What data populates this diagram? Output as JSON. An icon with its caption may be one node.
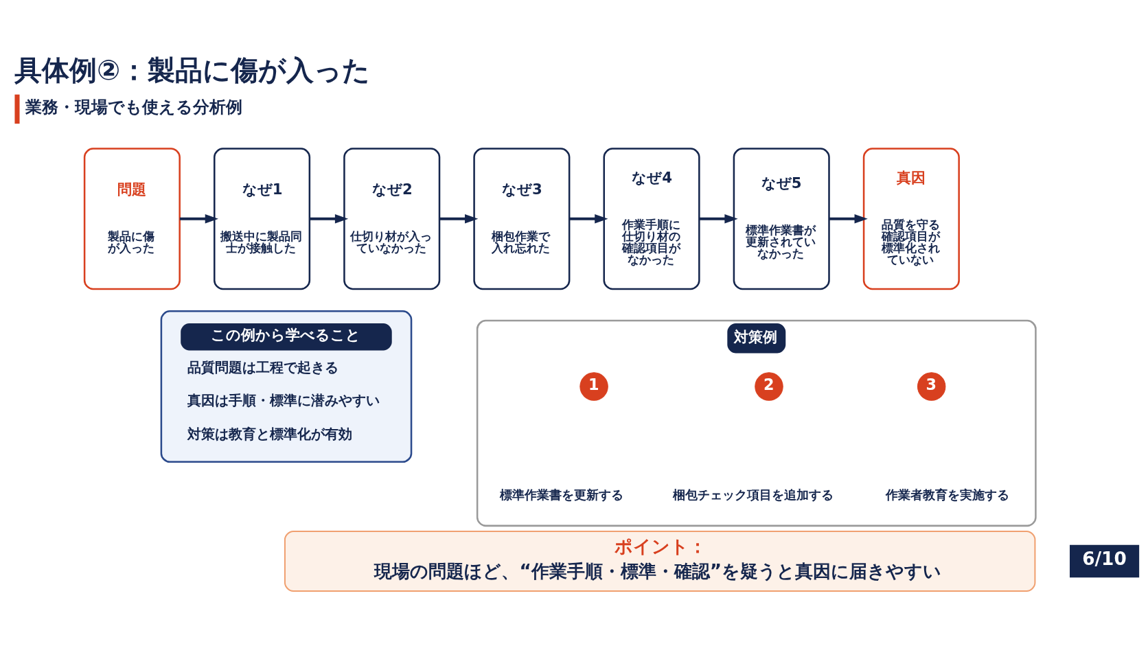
{
  "diagram": {
    "title": "具体例②：製品に傷が入った",
    "nodes": [
      {
        "text": [
          "問題",
          "製品に傷が入った"
        ]
      },
      {
        "text": [
          "なぜ1",
          "搬送中に製品同士が接触した"
        ]
      },
      {
        "text": [
          "なぜ2",
          "仕切り材が入っていなかった"
        ]
      },
      {
        "text": [
          "なぜ3",
          "梱包作業で入れ忘れた"
        ]
      },
      {
        "text": [
          "なぜ4",
          "作業手順に仕切り材の確認項目がなかった"
        ]
      },
      {
        "text": [
          "なぜ5",
          "標準作業書が更新されていなかった"
        ]
      },
      {
        "text": [
          "真因",
          "品質を守る確認項目が標準化されていない"
        ]
      },
      {
        "text": [
          "この例から学べること",
          "品質問題は工程で起きる",
          "真因は手順・標準に潜みやすい",
          "対策は教育と標準化が有効"
        ]
      },
      {
        "text": [
          "対策例"
        ]
      },
      {
        "text": [
          "1"
        ],
        "in": 8
      },
      {
        "text": [
          "2"
        ],
        "in": 8
      },
      {
        "text": [
          "3"
        ],
        "in": 8
      },
      {
        "text": [
          "ポイント：",
          "現場の問題ほど、“作業手順・標準・確認”を疑うと真因に届きやすい"
        ]
      }
    ],
    "edges": [
      {
        "from": 0,
        "to": 1,
        "arrow": "to"
      },
      {
        "from": 1,
        "to": 2,
        "arrow": "to"
      },
      {
        "from": 2,
        "to": 3,
        "arrow": "to"
      },
      {
        "from": 3,
        "to": 4,
        "arrow": "to"
      },
      {
        "from": 4,
        "to": 5,
        "arrow": "to"
      },
      {
        "from": 5,
        "to": 6,
        "arrow": "to"
      }
    ],
    "labels": [
      "業務・現場でも使える分析例",
      "標準作業書を更新する",
      "梱包チェック項目を追加する",
      "作業者教育を実施する",
      "6/10"
    ]
  }
}
